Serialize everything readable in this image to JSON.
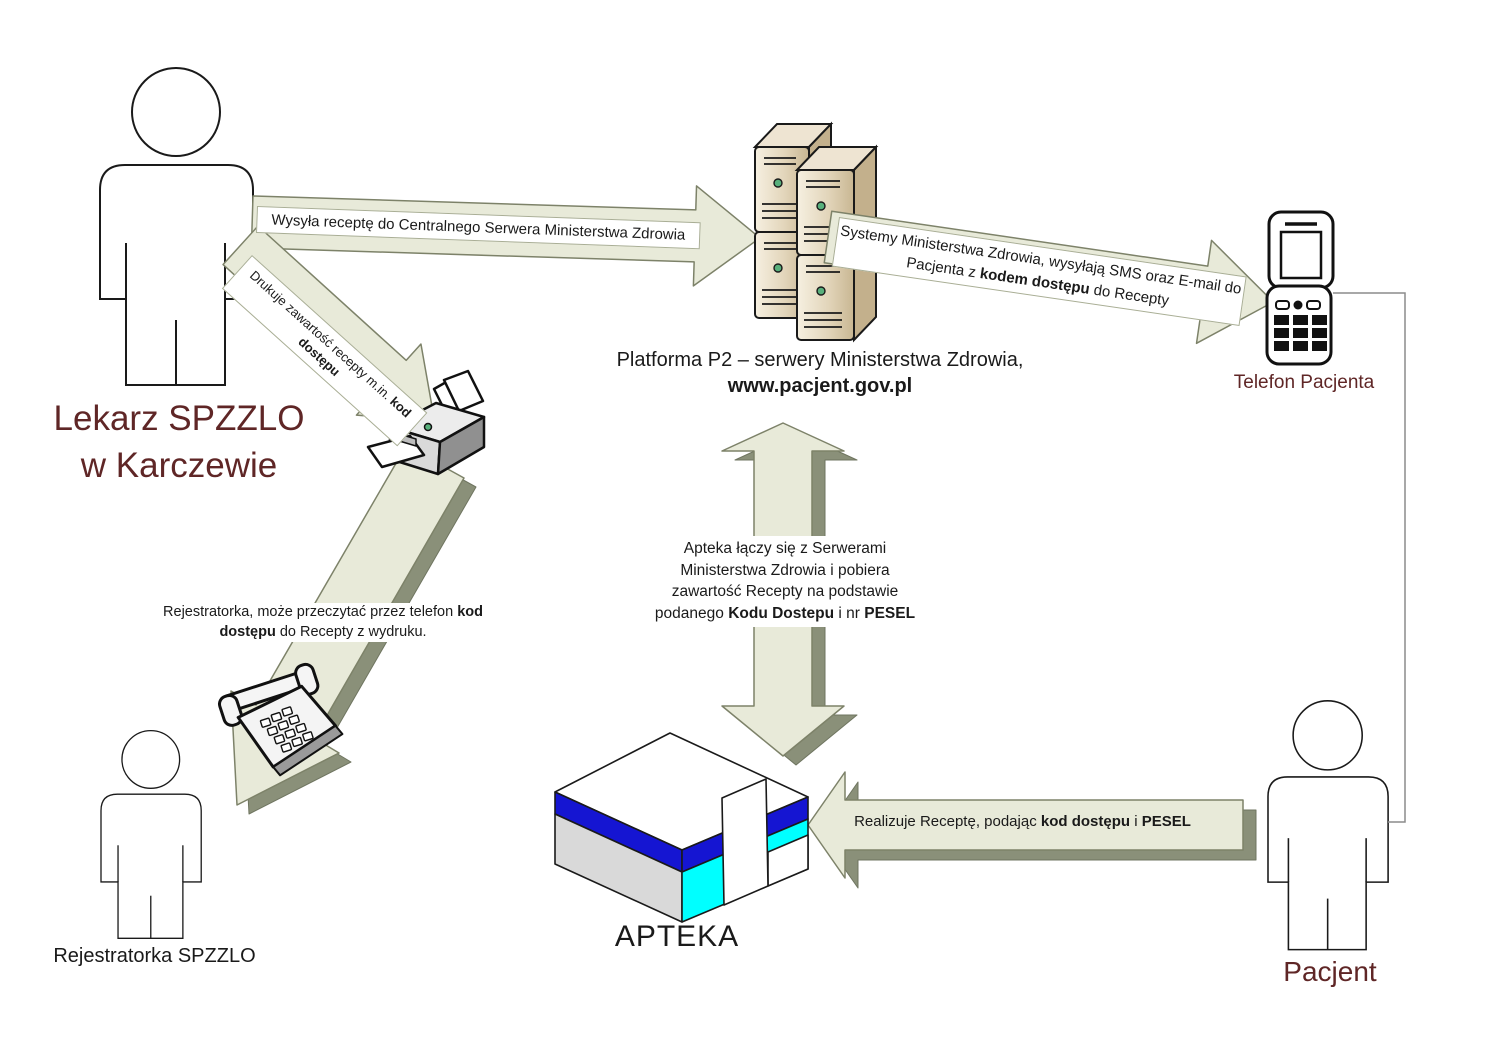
{
  "colors": {
    "accent_maroon": "#5f2626",
    "arrow_fill": "#e8ead9",
    "arrow_shadow": "#8a9079",
    "arrow_border": "#7d8269",
    "pharmacy_blue": "#1515d2",
    "pharmacy_cyan": "#00ffff",
    "server_tan": "#d9c9a9"
  },
  "nodes": {
    "doctor": {
      "label_line1": "Lekarz SPZZLO",
      "label_line2": "w Karczewie"
    },
    "platform": {
      "label_line1": "Platforma P2 – serwery Ministerstwa Zdrowia,",
      "label_line2": "www.pacjent.gov.pl"
    },
    "patient_phone": {
      "label": "Telefon Pacjenta"
    },
    "registrar": {
      "label": "Rejestratorka SPZZLO"
    },
    "pharmacy": {
      "label": "APTEKA"
    },
    "patient": {
      "label": "Pacjent"
    }
  },
  "arrows": {
    "send_prescription": {
      "text": "Wysyła receptę do Centralnego Serwera Ministerstwa Zdrowia"
    },
    "sms_email": {
      "line1": "Systemy Ministerstwa Zdrowia, wysyłają SMS oraz E-mail do",
      "line2_pre": "Pacjenta z ",
      "line2_bold": "kodem dostępu",
      "line2_post": " do Recepty"
    },
    "print_prescription": {
      "line1_pre": "Drukuje zawartość recepty m.in. ",
      "line1_bold": "kod",
      "line2_bold": "dostępu"
    },
    "registrar_read": {
      "line1_pre": "Rejestratorka, może przeczytać przez telefon ",
      "line1_bold": "kod",
      "line2_bold": "dostępu",
      "line2_post": " do Recepty z wydruku."
    },
    "pharmacy_fetch": {
      "line1": "Apteka łączy się z Serwerami",
      "line2": "Ministerstwa Zdrowia i pobiera",
      "line3": "zawartość Recepty na podstawie",
      "line4_pre": "podanego ",
      "line4_bold1": "Kodu Dostepu",
      "line4_mid": " i nr ",
      "line4_bold2": "PESEL"
    },
    "realize": {
      "pre": "Realizuje Receptę, podając ",
      "bold1": "kod dostępu",
      "mid": " i ",
      "bold2": "PESEL"
    }
  }
}
